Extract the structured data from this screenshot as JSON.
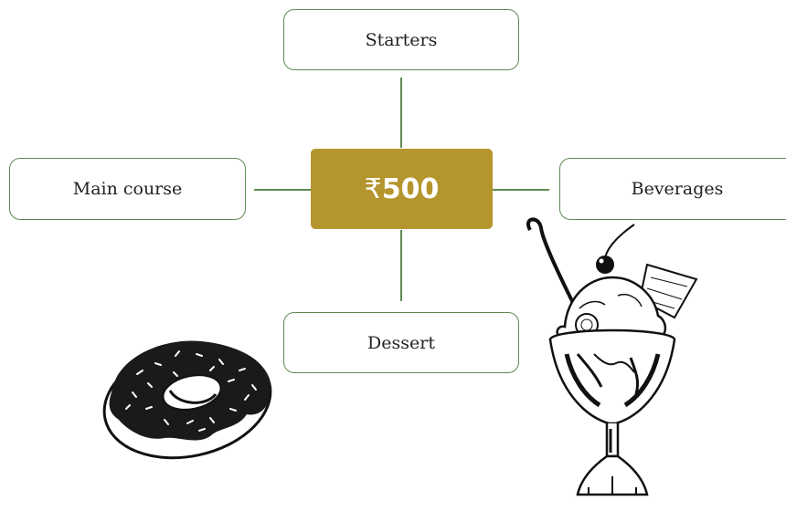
{
  "diagram": {
    "center": {
      "currency_symbol": "₹",
      "amount": "500",
      "color": "#b5962e"
    },
    "categories": {
      "top": "Starters",
      "left": "Main course",
      "right": "Beverages",
      "bottom": "Dessert"
    },
    "connector_color": "#5d8a52"
  },
  "illustrations": {
    "left": "donut-with-sprinkles-icon",
    "right": "ice-cream-sundae-icon"
  }
}
